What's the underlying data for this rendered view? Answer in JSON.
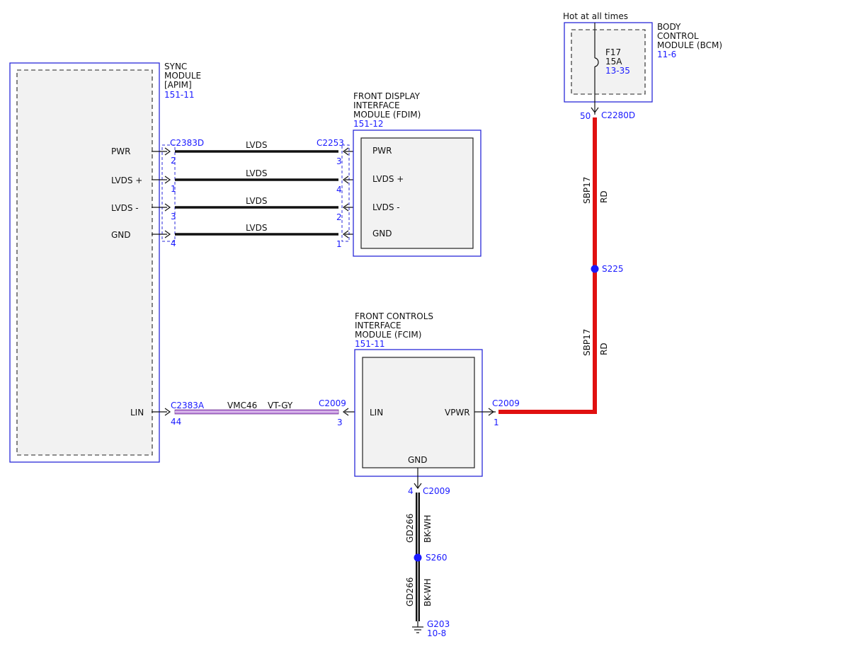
{
  "sync_module": {
    "name_lines": [
      "SYNC",
      "MODULE",
      "[APIM]"
    ],
    "ref": "151-11",
    "pins": [
      "PWR",
      "LVDS +",
      "LVDS -",
      "GND",
      "LIN"
    ]
  },
  "fdim": {
    "name_lines": [
      "FRONT DISPLAY",
      "INTERFACE",
      "MODULE (FDIM)"
    ],
    "ref": "151-12",
    "pins": [
      "PWR",
      "LVDS +",
      "LVDS -",
      "GND"
    ]
  },
  "fcim": {
    "name_lines": [
      "FRONT CONTROLS",
      "INTERFACE",
      "MODULE (FCIM)"
    ],
    "ref": "151-11",
    "pin_lin": "LIN",
    "pin_vpwr": "VPWR",
    "pin_gnd": "GND"
  },
  "bcm": {
    "hot_label": "Hot at all times",
    "name_lines": [
      "BODY",
      "CONTROL",
      "MODULE (BCM)"
    ],
    "ref": "11-6",
    "fuse_name": "F17",
    "fuse_rating": "15A",
    "fuse_ref": "13-35"
  },
  "connectors": {
    "c2383d": "C2383D",
    "c2253": "C2253",
    "c2383a": "C2383A",
    "c2009": "C2009",
    "c2280d": "C2280D"
  },
  "lvds_wires": [
    {
      "label": "LVDS",
      "left_pin": "2",
      "right_pin": "3"
    },
    {
      "label": "LVDS",
      "left_pin": "1",
      "right_pin": "4"
    },
    {
      "label": "LVDS",
      "left_pin": "3",
      "right_pin": "2"
    },
    {
      "label": "LVDS",
      "left_pin": "4",
      "right_pin": "1"
    }
  ],
  "lin_wire": {
    "circuit": "VMC46",
    "color": "VT-GY",
    "left_pin": "44",
    "right_pin": "3"
  },
  "power_wire": {
    "circuit": "SBP17",
    "color": "RD",
    "bcm_pin": "50",
    "fcim_pin": "1"
  },
  "splices": {
    "s225": "S225",
    "s260": "S260"
  },
  "ground_wire": {
    "circuit": "GD266",
    "color": "BK-WH",
    "fcim_pin": "4"
  },
  "ground": {
    "name": "G203",
    "ref": "10-8"
  },
  "colors": {
    "module_outline": "#2a2ad9",
    "label_blue": "#1a1aff",
    "power_red": "#e01010",
    "lin_violet": "#b97fd9"
  }
}
